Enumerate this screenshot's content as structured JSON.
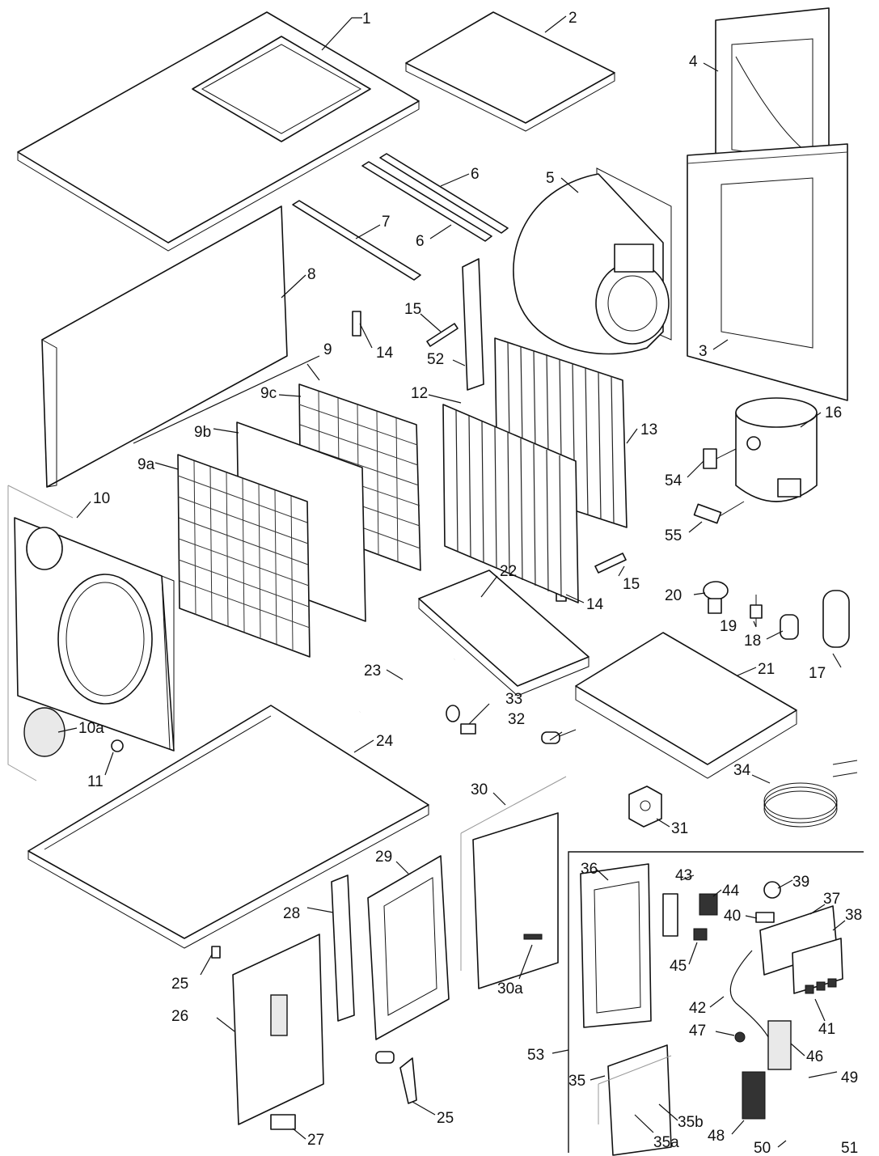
{
  "diagram": {
    "colors": {
      "line": "#111111",
      "paper": "#ffffff",
      "shade": "#e9e9e9"
    },
    "callouts": [
      "1",
      "2",
      "3",
      "4",
      "5",
      "6",
      "6",
      "7",
      "8",
      "9",
      "9a",
      "9b",
      "9c",
      "10",
      "10a",
      "11",
      "12",
      "13",
      "14",
      "14",
      "15",
      "15",
      "16",
      "17",
      "18",
      "19",
      "20",
      "21",
      "22",
      "23",
      "24",
      "25",
      "25",
      "26",
      "27",
      "28",
      "29",
      "30",
      "30a",
      "31",
      "32",
      "33",
      "34",
      "35",
      "35a",
      "35b",
      "36",
      "37",
      "38",
      "39",
      "40",
      "41",
      "42",
      "43",
      "44",
      "45",
      "46",
      "47",
      "48",
      "49",
      "50",
      "51",
      "52",
      "53",
      "54",
      "55"
    ]
  }
}
